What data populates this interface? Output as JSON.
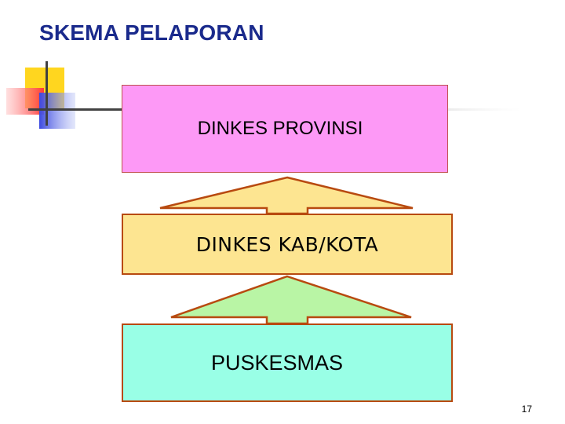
{
  "slide": {
    "title": "SKEMA PELAPORAN",
    "page_number": "17"
  },
  "diagram": {
    "levels": [
      {
        "label": "DINKES PROVINSI",
        "fill": "#fd99f6",
        "border": "#c0504d"
      },
      {
        "label": "DINKES KAB/KOTA",
        "fill": "#fde591",
        "border": "#b84a10"
      },
      {
        "label": "PUSKESMAS",
        "fill": "#99ffe6",
        "border": "#b84a10"
      }
    ],
    "arrows": [
      {
        "from": "DINKES KAB/KOTA",
        "to": "DINKES PROVINSI",
        "fill": "#fde591",
        "border": "#b84a10"
      },
      {
        "from": "PUSKESMAS",
        "to": "DINKES KAB/KOTA",
        "fill": "#b9f5a5",
        "border": "#b84a10"
      }
    ]
  },
  "decoration": {
    "colors": {
      "yellow_square": "#ffd61f",
      "red_square": "#ff3838",
      "blue_square": "#3b49e0",
      "rule_line": "#404040"
    }
  }
}
